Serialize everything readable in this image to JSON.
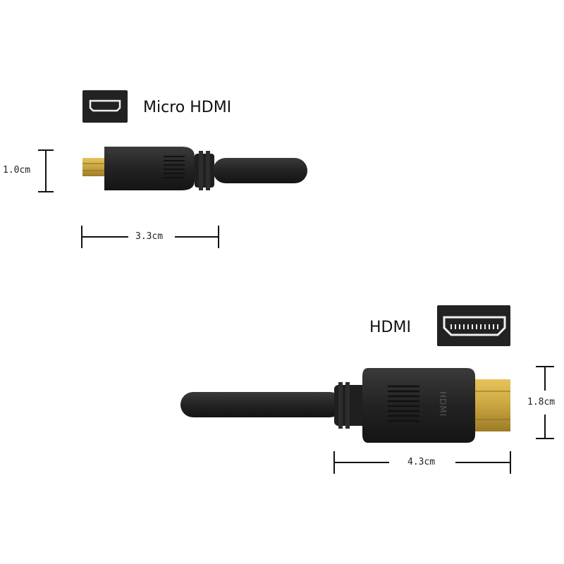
{
  "micro": {
    "title": "Micro HDMI",
    "height_label": "1.0cm",
    "width_label": "3.3cm",
    "connector_icon": "micro-hdmi-port-icon"
  },
  "hdmi": {
    "title": "HDMI",
    "height_label": "1.8cm",
    "width_label": "4.3cm",
    "connector_icon": "hdmi-port-icon",
    "logo_text": "HDMI"
  },
  "colors": {
    "plug_body": "#2a2a2a",
    "cable": "#1c1c1c",
    "gold_tip": "#c9a640",
    "icon_bg": "#222222"
  }
}
